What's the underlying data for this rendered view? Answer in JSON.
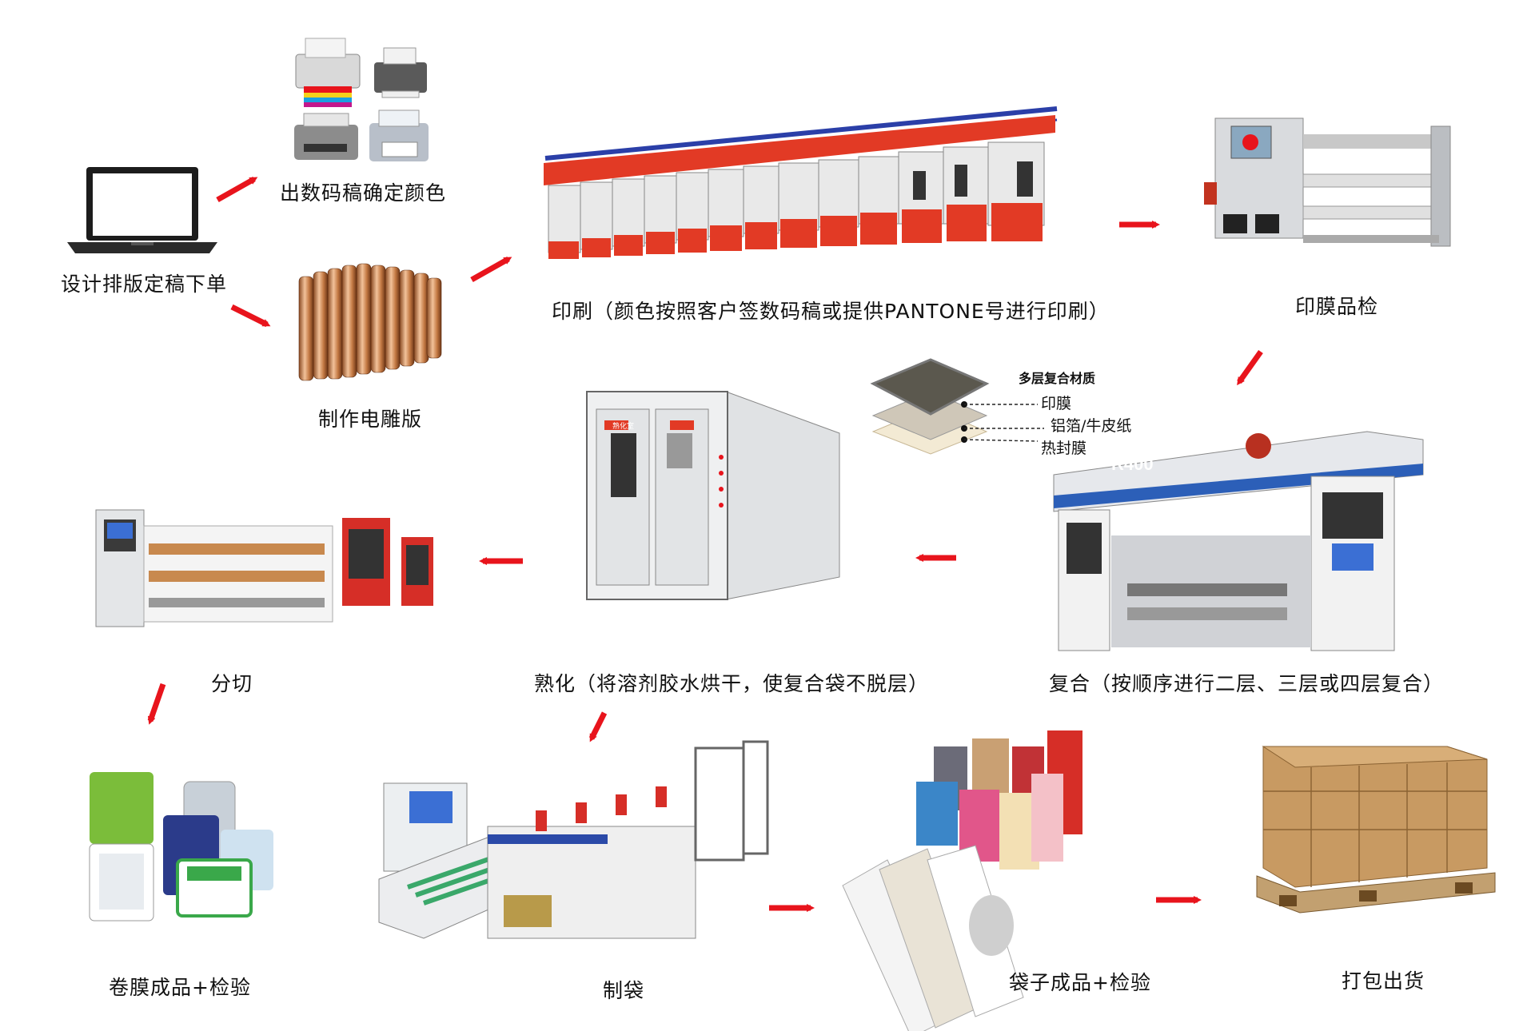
{
  "steps": {
    "design": "设计排版定稿下单",
    "proof": "出数码稿确定颜色",
    "plate": "制作电雕版",
    "printing": "印刷（颜色按照客户签数码稿或提供PANTONE号进行印刷）",
    "inspect_print": "印膜品检",
    "laminate": "复合（按顺序进行二层、三层或四层复合）",
    "curing": "熟化（将溶剂胶水烘干，使复合袋不脱层）",
    "slitting": "分切",
    "roll_film": "卷膜成品+检验",
    "bag_making": "制袋",
    "bag_done": "袋子成品+检验",
    "ship": "打包出货"
  },
  "layers": {
    "title": "多层复合材质",
    "items": [
      "印膜",
      "铝箔/牛皮纸",
      "热封膜"
    ]
  },
  "machine_text": {
    "laminator_brand": "R400",
    "curing_room_sign": "熟化室"
  },
  "colors": {
    "arrow": "#e8141c",
    "machine_red": "#e23a25",
    "rail_blue": "#2b3fa8"
  }
}
